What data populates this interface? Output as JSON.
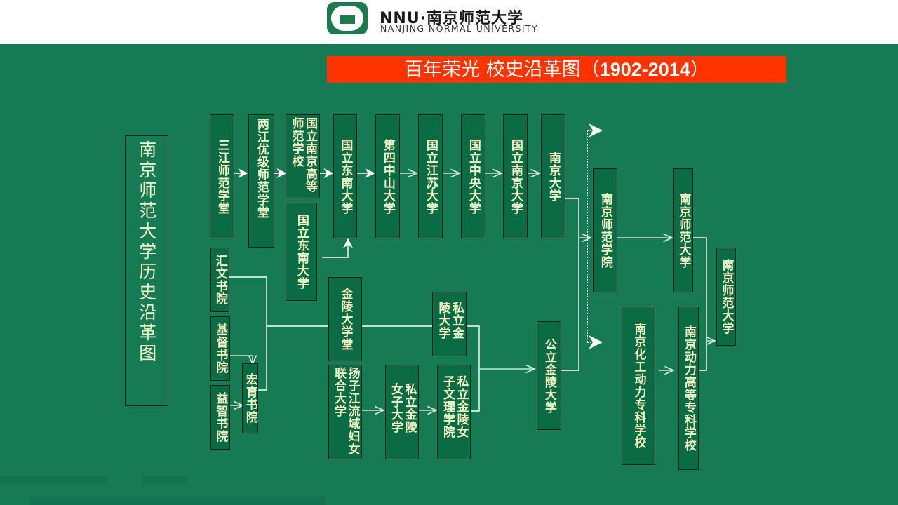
{
  "header": {
    "logo_abbr": "NNU",
    "logo_cn": "·南京师范大学",
    "logo_en": "NANJING NORMAL UNIVERSITY"
  },
  "title": {
    "text_cn": "百年荣光  校史沿革图（",
    "years": "1902-2014",
    "close": "）"
  },
  "main_label": "南京师范大学历史沿革图",
  "nodes": {
    "sanjiang": "三江师范学堂",
    "liangjiang": "两江优级师范学堂",
    "guoli_nanjing_gaodeng": "国立南京高等师范学校",
    "guoli_dongnan_top": "国立东南大学",
    "guoli_dongnan_side": "国立东南大学",
    "disi_zhongshan": "第四中山大学",
    "guoli_jiangsu": "国立江苏大学",
    "guoli_zhongyang": "国立中央大学",
    "guoli_nanjing": "国立南京大学",
    "nanjing_daxue": "南京大学",
    "huiwen": "汇文书院",
    "jidu": "基督书院",
    "yizhi": "益智书院",
    "hongyu": "宏育书院",
    "jinling_xuetang": "金陵大学堂",
    "yangzi_funv": "扬子江流域妇女联合大学",
    "sili_jinling": "私立金陵大学",
    "sili_jinling_nvzi": "私立金陵女子大学",
    "sili_jinling_wenli": "私立金陵女子文理学院",
    "gongli_jinling": "公立金陵大学",
    "nanjing_shifan_xueyuan": "南京师范学院",
    "nanjing_shifan_daxue_mid": "南京师范大学",
    "huagong_dongli": "南京化工动力专科学校",
    "dongli_gaodeng": "南京动力高等专科学校",
    "nanjing_shifan_daxue_final": "南京师范大学"
  },
  "colors": {
    "background": "#167A55",
    "node_fill": "#0B6B45",
    "node_text": "#F3F3C4",
    "title_bar": "#FF3300",
    "connector": "#FFFFFF"
  }
}
